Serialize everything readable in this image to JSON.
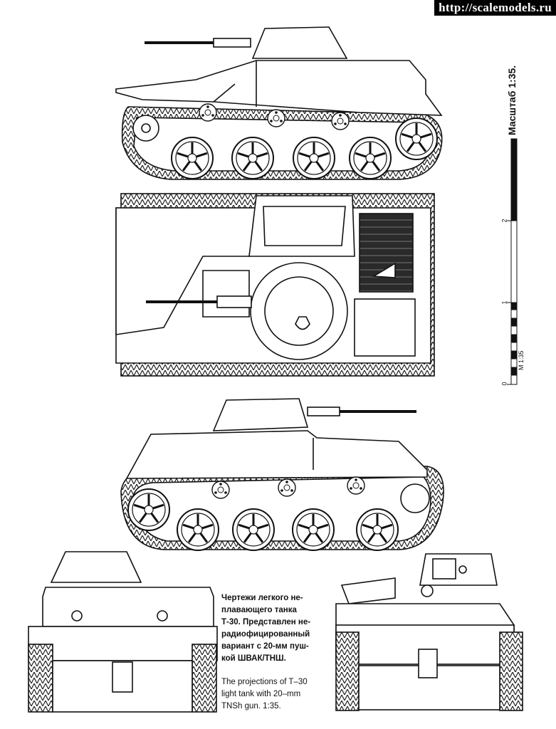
{
  "watermark": "http://scalemodels.ru",
  "scale_bar": {
    "title": "Масштаб 1:35.",
    "ticks": [
      "0",
      "1",
      "2"
    ],
    "ratio_label": "M 1:35"
  },
  "caption_ru": [
    "Чертежи легкого не-",
    "плавающего танка",
    "Т-30. Представлен не-",
    "радиофицированный",
    "вариант с 20-мм пуш-",
    "кой ШВАК/ТНШ."
  ],
  "caption_en": [
    "The projections of T–30",
    "light tank with 20–mm",
    "TNSh gun. 1:35."
  ]
}
